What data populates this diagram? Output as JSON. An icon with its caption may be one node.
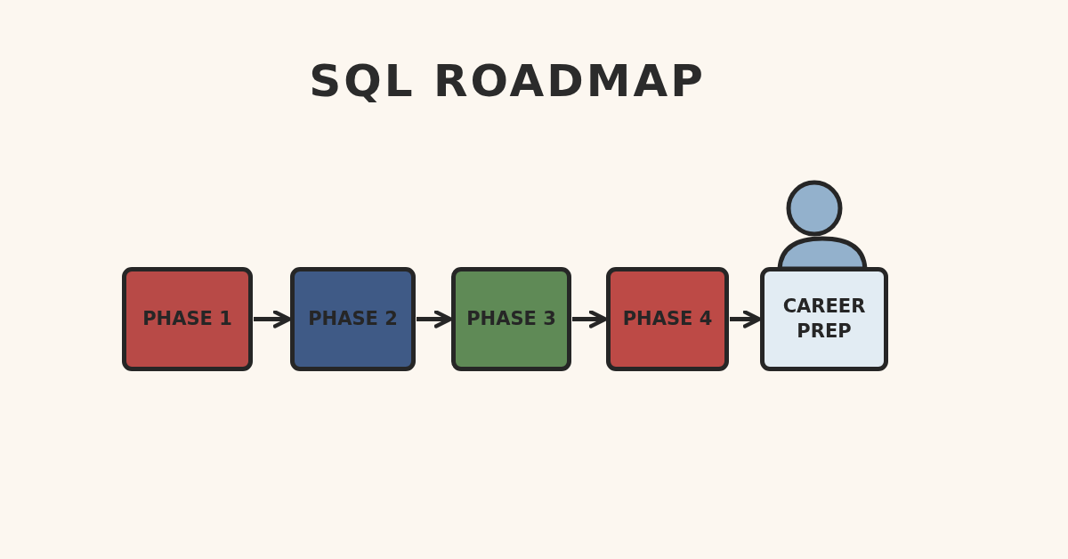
{
  "diagram": {
    "title": "SQL ROADMAP",
    "nodes": [
      {
        "text": [
          "PHASE 1"
        ]
      },
      {
        "text": [
          "PHASE 2"
        ]
      },
      {
        "text": [
          "PHASE 3"
        ]
      },
      {
        "text": [
          "PHASE 4"
        ]
      },
      {
        "text": [
          "CAREER PREP"
        ]
      }
    ],
    "edges": [
      {
        "from": 0,
        "to": 1,
        "arrow": "to"
      },
      {
        "from": 1,
        "to": 2,
        "arrow": "to"
      },
      {
        "from": 2,
        "to": 3,
        "arrow": "to"
      },
      {
        "from": 3,
        "to": 4,
        "arrow": "to"
      }
    ]
  }
}
